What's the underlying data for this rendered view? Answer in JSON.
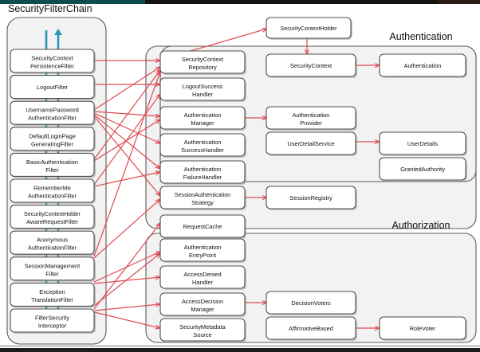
{
  "diagram": {
    "title": "SecurityFilterChain",
    "sections": {
      "authentication": "Authentication",
      "authorization": "Authorization"
    }
  },
  "filter_chain": {
    "label": "SecurityFilterChain",
    "flow_icons": [
      "arrow-up-icon",
      "arrow-down-icon"
    ],
    "filters": [
      {
        "line1": "SecurityContext",
        "line2": "PersistenceFilter"
      },
      {
        "line1": "LogoutFilter",
        "line2": ""
      },
      {
        "line1": "UsernamePassword",
        "line2": "AuthenticationFilter"
      },
      {
        "line1": "DefaultLoginPage",
        "line2": "GeneratingFilter"
      },
      {
        "line1": "BasicAuthentication",
        "line2": "Filter"
      },
      {
        "line1": "RememberMe",
        "line2": "AuthenticationFilter"
      },
      {
        "line1": "SecurityContextHolder",
        "line2": "AwareRequestFilter"
      },
      {
        "line1": "Anonymous",
        "line2": "AuthenticationFilter"
      },
      {
        "line1": "SessionManagement",
        "line2": "Filter"
      },
      {
        "line1": "Exception",
        "line2": "TranslationFilter"
      },
      {
        "line1": "FilterSecurity",
        "line2": "Interceptor"
      }
    ]
  },
  "middle_column": [
    {
      "line1": "SecurityContext",
      "line2": "Repository"
    },
    {
      "line1": "LogoutSuccess",
      "line2": "Handler"
    },
    {
      "line1": "Authentication",
      "line2": "Manager"
    },
    {
      "line1": "Authentication",
      "line2": "SuccessHandler"
    },
    {
      "line1": "Authentication",
      "line2": "FailureHandler"
    },
    {
      "line1": "SessionAuthentication",
      "line2": "Strategy"
    },
    {
      "line1": "RequestCache",
      "line2": ""
    },
    {
      "line1": "Authentication",
      "line2": "EntryPoint"
    },
    {
      "line1": "AccessDenied",
      "line2": "Handler"
    },
    {
      "line1": "AccessDecision",
      "line2": "Manager"
    },
    {
      "line1": "SecurityMetadata",
      "line2": "Source"
    }
  ],
  "top_node": {
    "line1": "SecurityContextHolder",
    "line2": ""
  },
  "center_column": [
    {
      "line1": "SecurityContext",
      "line2": ""
    },
    {
      "line1": "Authentication",
      "line2": "Provider"
    },
    {
      "line1": "UserDetailService",
      "line2": ""
    },
    {
      "line1": "SessionRegistry",
      "line2": ""
    },
    {
      "line1": "DecisionVoters",
      "line2": ""
    },
    {
      "line1": "AffirmativeBased",
      "line2": ""
    }
  ],
  "right_column": [
    {
      "line1": "Authentication",
      "line2": ""
    },
    {
      "line1": "UserDetails",
      "line2": ""
    },
    {
      "line1": "GrantedAuthority",
      "line2": ""
    },
    {
      "line1": "RoleVoter",
      "line2": ""
    }
  ],
  "colors": {
    "relation_arrow": "#e8666b",
    "flow_arrow": "#2596b4",
    "panel_fill": "#f2f2f2",
    "node_fill": "#ffffff",
    "node_stroke": "#4d4d4d"
  }
}
